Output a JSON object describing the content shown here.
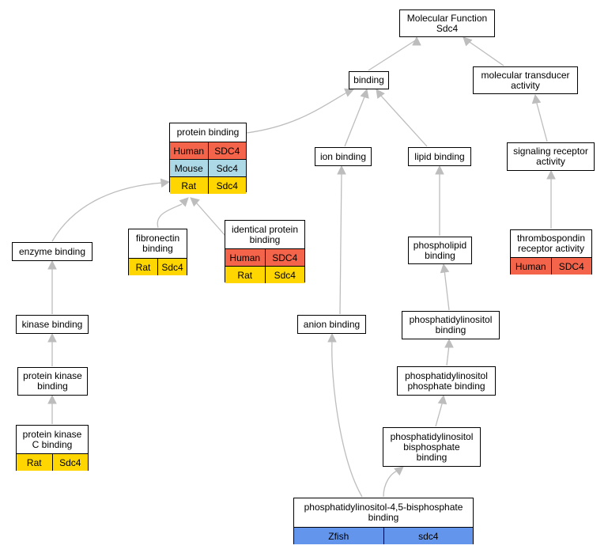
{
  "colors": {
    "human": "#f4644a",
    "mouse": "#add8e6",
    "rat": "#ffd600",
    "zfish": "#6495ed",
    "edge": "#bdbdbd"
  },
  "nodes": {
    "mf": {
      "label": "Molecular Function\nSdc4",
      "rows": []
    },
    "binding": {
      "label": "binding",
      "rows": []
    },
    "mta": {
      "label": "molecular transducer\nactivity",
      "rows": []
    },
    "pb": {
      "label": "protein binding",
      "rows": [
        {
          "species": "Human",
          "gene": "SDC4",
          "color": "human"
        },
        {
          "species": "Mouse",
          "gene": "Sdc4",
          "color": "mouse"
        },
        {
          "species": "Rat",
          "gene": "Sdc4",
          "color": "rat"
        }
      ]
    },
    "ion": {
      "label": "ion binding",
      "rows": []
    },
    "lipid": {
      "label": "lipid binding",
      "rows": []
    },
    "sra": {
      "label": "signaling receptor\nactivity",
      "rows": []
    },
    "fn": {
      "label": "fibronectin\nbinding",
      "rows": [
        {
          "species": "Rat",
          "gene": "Sdc4",
          "color": "rat"
        }
      ]
    },
    "ipb": {
      "label": "identical protein\nbinding",
      "rows": [
        {
          "species": "Human",
          "gene": "SDC4",
          "color": "human"
        },
        {
          "species": "Rat",
          "gene": "Sdc4",
          "color": "rat"
        }
      ]
    },
    "tsp": {
      "label": "thrombospondin\nreceptor activity",
      "rows": [
        {
          "species": "Human",
          "gene": "SDC4",
          "color": "human"
        }
      ]
    },
    "enz": {
      "label": "enzyme binding",
      "rows": []
    },
    "phl": {
      "label": "phospholipid\nbinding",
      "rows": []
    },
    "kin": {
      "label": "kinase binding",
      "rows": []
    },
    "anion": {
      "label": "anion binding",
      "rows": []
    },
    "pi": {
      "label": "phosphatidylinositol\nbinding",
      "rows": []
    },
    "pk": {
      "label": "protein kinase\nbinding",
      "rows": []
    },
    "pip": {
      "label": "phosphatidylinositol\nphosphate binding",
      "rows": []
    },
    "pkc": {
      "label": "protein kinase\nC binding",
      "rows": [
        {
          "species": "Rat",
          "gene": "Sdc4",
          "color": "rat"
        }
      ]
    },
    "pib": {
      "label": "phosphatidylinositol\nbisphosphate\nbinding",
      "rows": []
    },
    "pip2": {
      "label": "phosphatidylinositol-4,5-bisphosphate\nbinding",
      "rows": [
        {
          "species": "Zfish",
          "gene": "sdc4",
          "color": "zfish"
        }
      ]
    }
  }
}
